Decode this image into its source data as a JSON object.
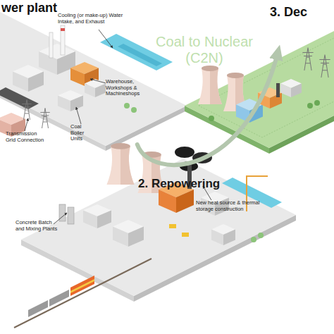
{
  "diagram": {
    "nodes": [
      {
        "text": [
          "wer plant"
        ]
      },
      {
        "text": [
          "3. Dec"
        ]
      }
    ],
    "edges": [
      {
        "from": 0,
        "to": 1,
        "arrow": "to",
        "label": "2. Repowering"
      }
    ],
    "labels": [
      "Coal to Nuclear (C2N)",
      "Cooling (or make-up) Water Intake, and Exhaust",
      "Warehouse, Workshops & Machineshops",
      "Coal Boiler Units",
      "Transmission Grid Connection",
      "New heat source & thermal storage construction",
      "Concrete Batch and Mixing Plants"
    ]
  }
}
